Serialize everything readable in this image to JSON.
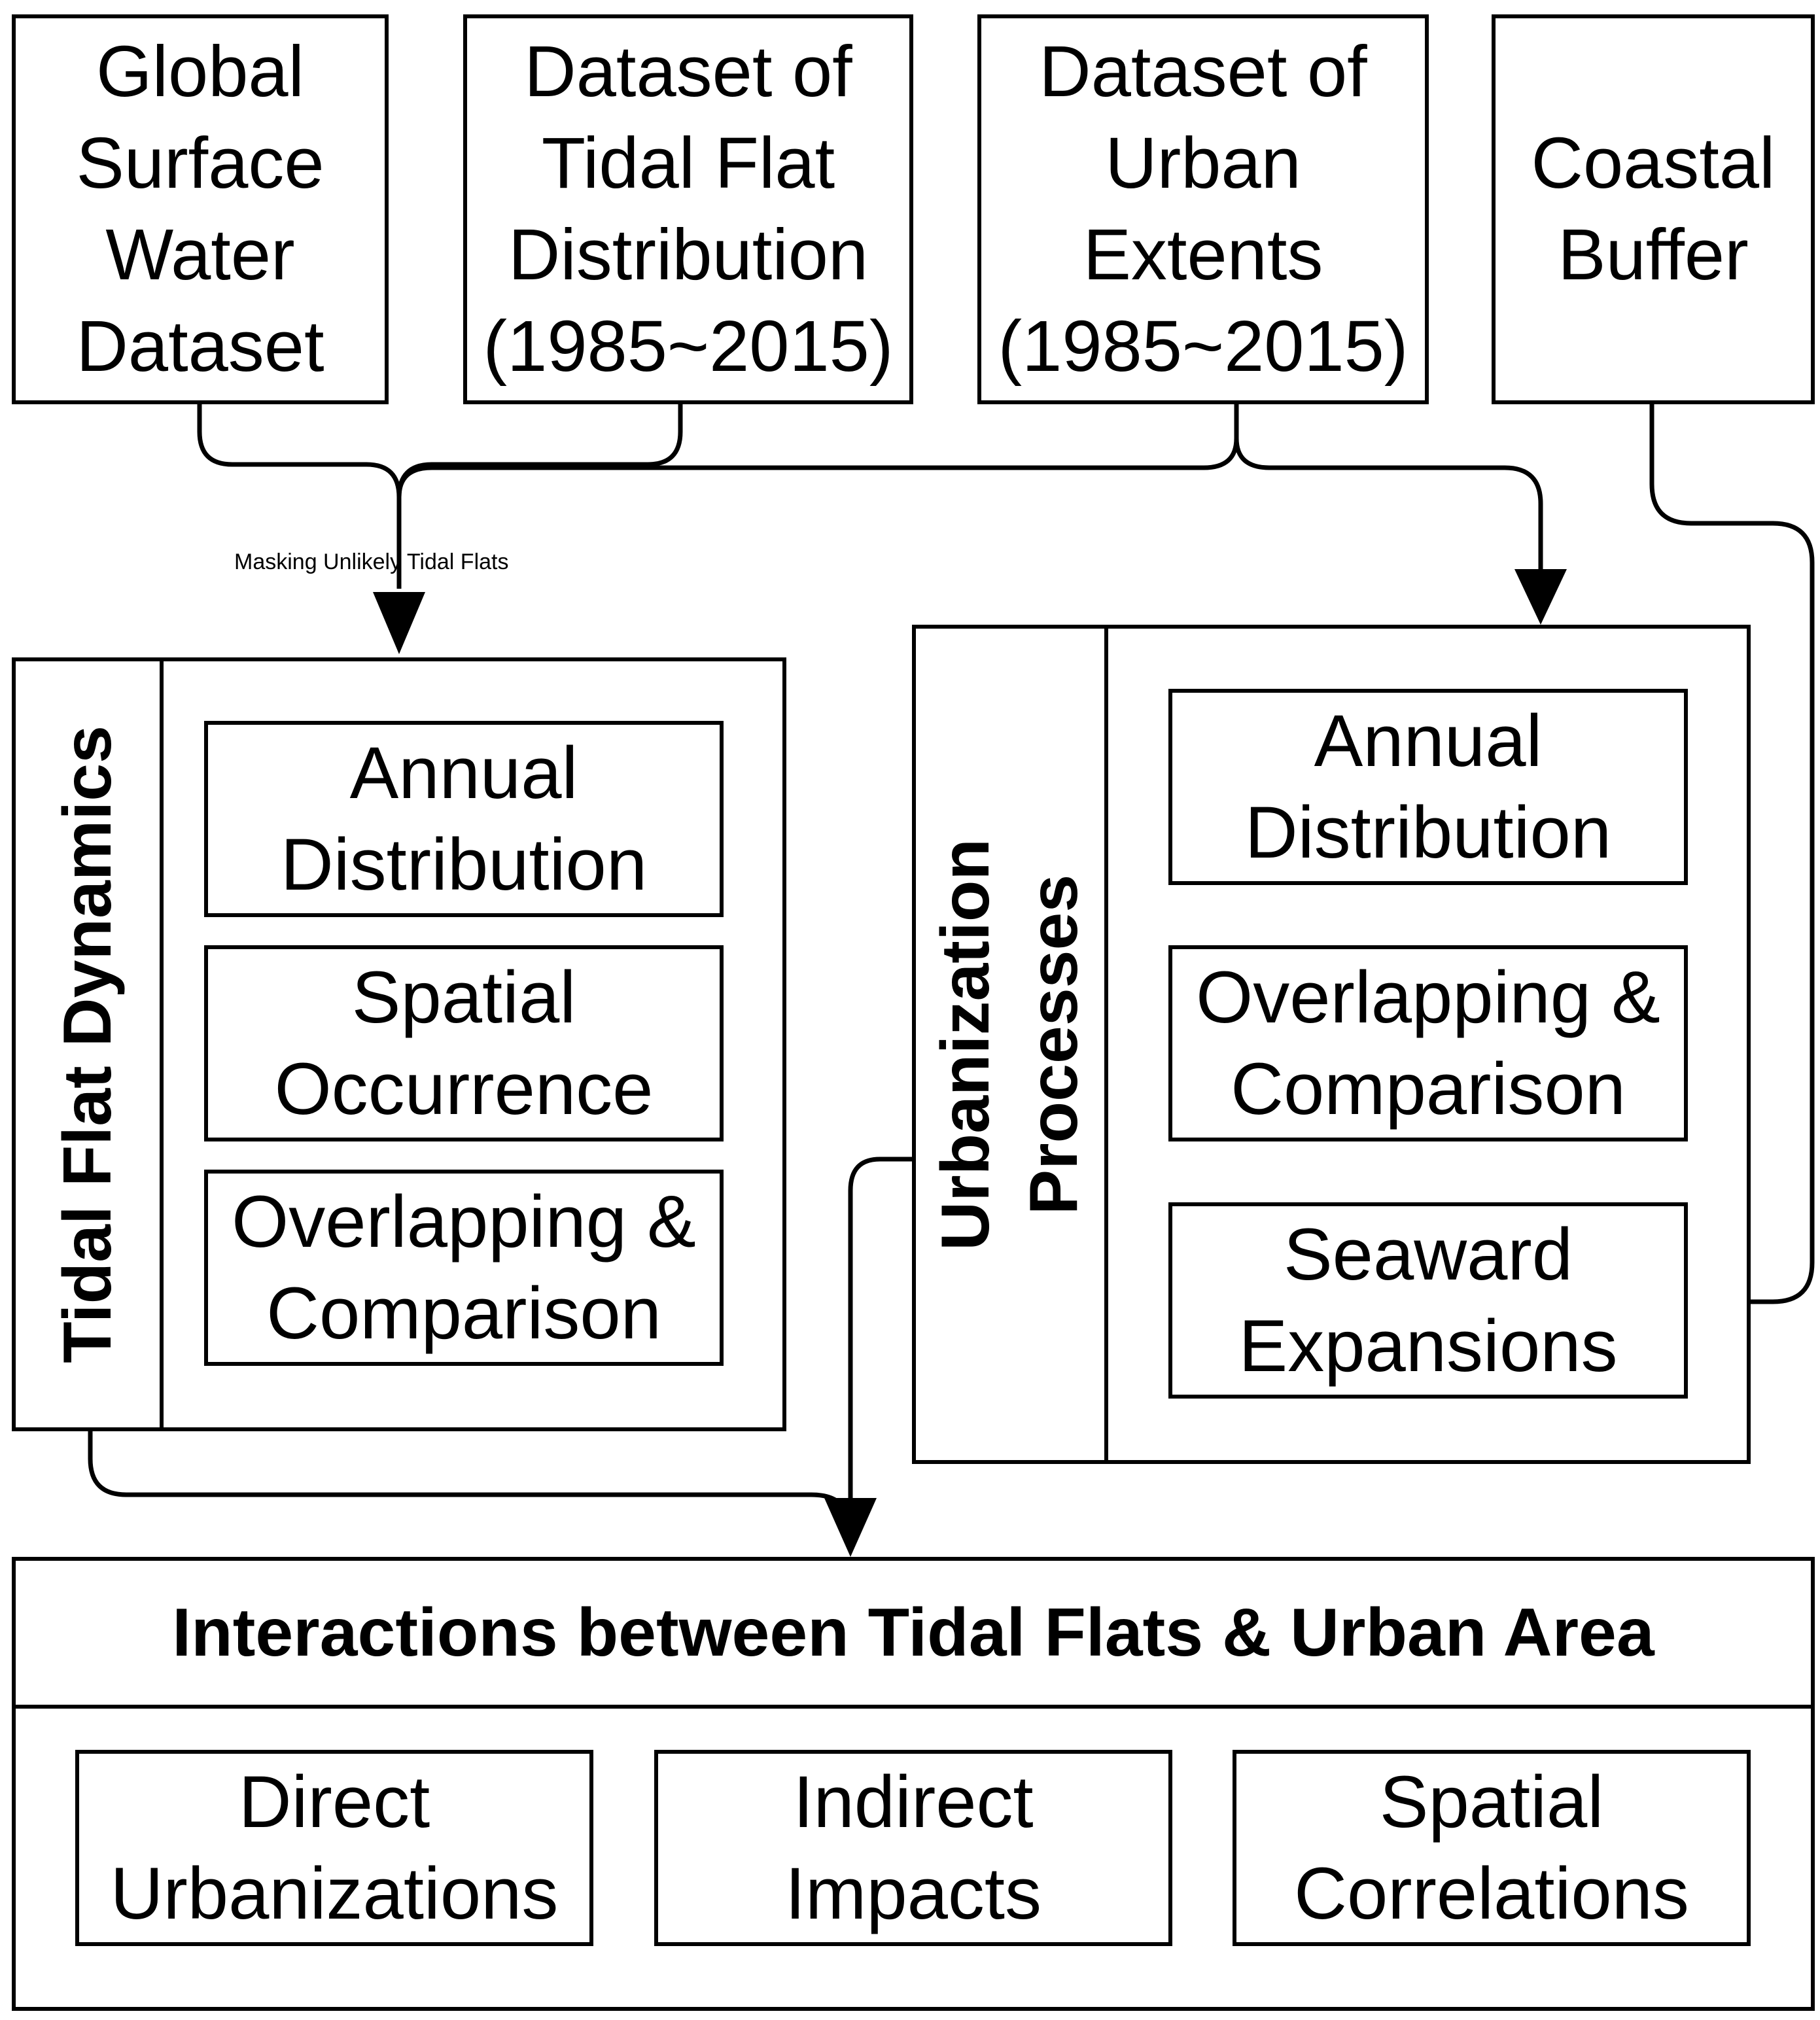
{
  "sources": {
    "gsw": [
      "Global",
      "Surface",
      "Water",
      "Dataset"
    ],
    "tidal": [
      "Dataset of",
      "Tidal Flat",
      "Distribution",
      "(1985~2015)"
    ],
    "urban": [
      "Dataset of",
      "Urban",
      "Extents",
      "(1985~2015)"
    ],
    "coastal": [
      "Coastal",
      "Buffer"
    ]
  },
  "mask_label": "Masking Unlikely Tidal Flats",
  "tidal_panel": {
    "title": "Tidal Flat Dynamics",
    "items": [
      [
        "Annual",
        "Distribution"
      ],
      [
        "Spatial",
        "Occurrence"
      ],
      [
        "Overlapping &",
        "Comparison"
      ]
    ]
  },
  "urban_panel": {
    "title": [
      "Urbanization",
      "Processes"
    ],
    "items": [
      [
        "Annual",
        "Distribution"
      ],
      [
        "Overlapping &",
        "Comparison"
      ],
      [
        "Seaward",
        "Expansions"
      ]
    ]
  },
  "interactions": {
    "title": "Interactions between Tidal Flats & Urban Area",
    "items": [
      [
        "Direct",
        "Urbanizations"
      ],
      [
        "Indirect",
        "Impacts"
      ],
      [
        "Spatial",
        "Correlations"
      ]
    ]
  }
}
